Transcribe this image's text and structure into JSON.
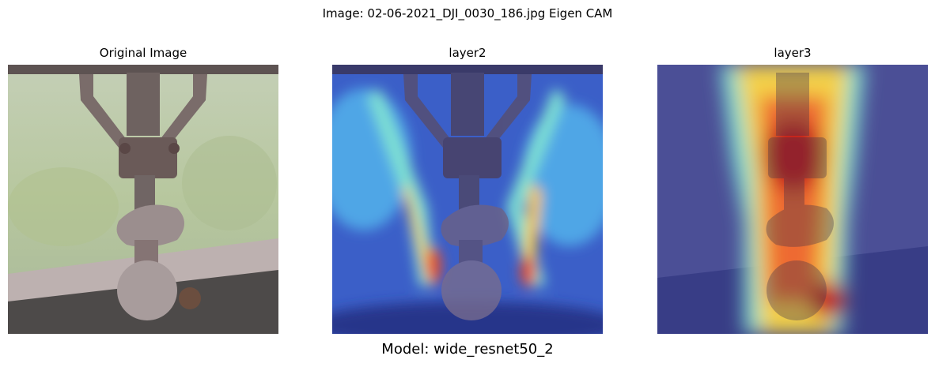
{
  "figure": {
    "suptitle": "Image: 02-06-2021_DJI_0030_186.jpg Eigen CAM",
    "footer": "Model: wide_resnet50_2"
  },
  "panels": [
    {
      "title": "Original Image",
      "kind": "photo"
    },
    {
      "title": "layer2",
      "kind": "heatmap-overlay"
    },
    {
      "title": "layer3",
      "kind": "heatmap-overlay"
    }
  ]
}
